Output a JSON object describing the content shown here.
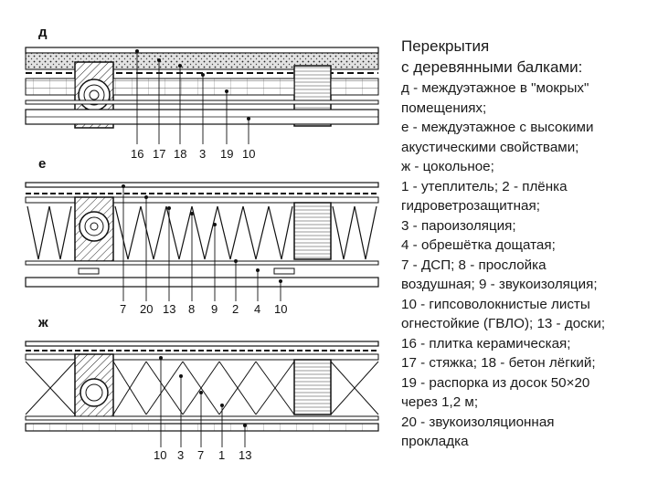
{
  "legend": {
    "title_lines": [
      "Перекрытия",
      "с деревянными балками:"
    ],
    "lines": [
      "д - междуэтажное в \"мокрых\"",
      "помещениях;",
      "е - междуэтажное с высокими",
      "акустическими свойствами;",
      "ж - цокольное;",
      "1 - утеплитель; 2 - плёнка",
      "гидроветрозащитная;",
      "3 - пароизоляция;",
      "4 - обрешётка дощатая;",
      "7 - ДСП; 8 - прослойка",
      "воздушная; 9 - звукоизоляция;",
      "10 - гипсоволокнистые листы",
      "огнестойкие (ГВЛО); 13 - доски;",
      "16 - плитка керамическая;",
      "17 - стяжка; 18 - бетон лёгкий;",
      "19 - распорка из досок 50×20",
      "через 1,2 м;",
      "20 - звукоизоляционная",
      "прокладка"
    ]
  },
  "sections": {
    "d": {
      "letter": "д",
      "callouts": [
        "16",
        "17",
        "18",
        "3",
        "19",
        "10"
      ]
    },
    "e": {
      "letter": "е",
      "callouts": [
        "7",
        "20",
        "13",
        "8",
        "9",
        "2",
        "4",
        "10"
      ]
    },
    "zh": {
      "letter": "ж",
      "callouts": [
        "10",
        "3",
        "7",
        "1",
        "13"
      ]
    }
  },
  "colors": {
    "ink": "#1a1a1a",
    "concrete_fill": "#d9d9d9",
    "background": "#ffffff"
  }
}
